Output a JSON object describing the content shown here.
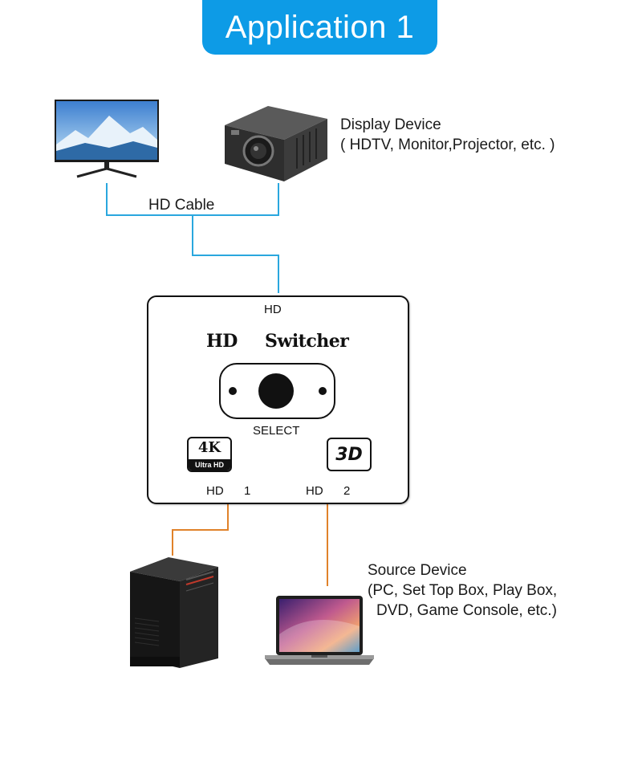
{
  "title": "Application 1",
  "display_device": {
    "title": "Display Device",
    "subtitle": "( HDTV, Monitor,Projector, etc. )"
  },
  "cable_label": "HD Cable",
  "switcher": {
    "output_label": "HD",
    "brand_left": "HD",
    "brand_right": "Switcher",
    "select_label": "SELECT",
    "badge_4k_top": "4K",
    "badge_4k_bottom": "Ultra HD",
    "badge_3d": "3D",
    "input1_label": "HD",
    "input1_num": "1",
    "input2_label": "HD",
    "input2_num": "2"
  },
  "source_device": {
    "title": "Source Device",
    "line1": "(PC, Set Top Box, Play Box,",
    "line2": "DVD, Game Console, etc.)"
  },
  "colors": {
    "accent": "#0d9be6",
    "display_wire": "#2aa7de",
    "source_wire": "#e0822a"
  },
  "icons": [
    "monitor-icon",
    "projector-icon",
    "desktop-pc-icon",
    "laptop-icon"
  ]
}
